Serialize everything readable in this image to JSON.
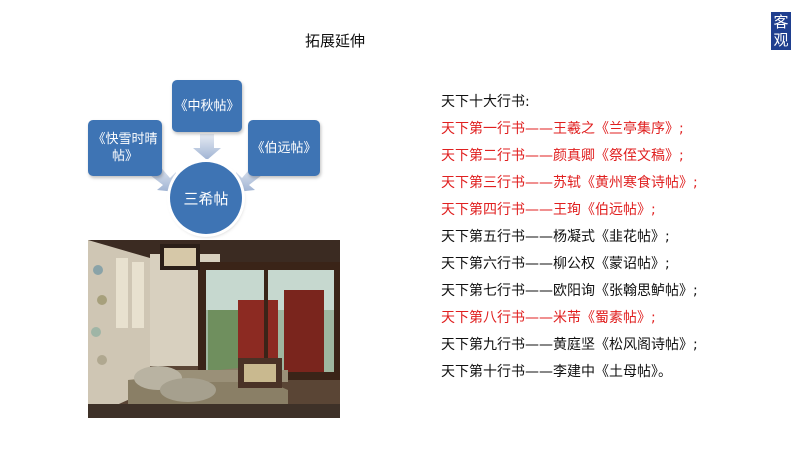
{
  "title": "拓展延伸",
  "corner_badge": [
    "客",
    "观"
  ],
  "diagram": {
    "top": "《中秋帖》",
    "left": "《快雪时晴帖》",
    "right": "《伯远帖》",
    "center": "三希帖"
  },
  "list": {
    "heading": "天下十大行书:",
    "items": [
      {
        "text": "天下第一行书——王羲之《兰亭集序》;",
        "highlight": true
      },
      {
        "text": "天下第二行书——颜真卿《祭侄文稿》;",
        "highlight": true
      },
      {
        "text": "天下第三行书——苏轼《黄州寒食诗帖》;",
        "highlight": true
      },
      {
        "text": "天下第四行书——王珣《伯远帖》;",
        "highlight": true
      },
      {
        "text": "天下第五行书——杨凝式《韭花帖》;",
        "highlight": false
      },
      {
        "text": "天下第六行书——柳公权《蒙诏帖》;",
        "highlight": false
      },
      {
        "text": "天下第七行书——欧阳询《张翰思鲈帖》;",
        "highlight": false
      },
      {
        "text": "天下第八行书——米芾《蜀素帖》;",
        "highlight": true
      },
      {
        "text": "天下第九行书——黄庭坚《松风阁诗帖》;",
        "highlight": false
      },
      {
        "text": "天下第十行书——李建中《土母帖》。",
        "highlight": false
      }
    ]
  },
  "colors": {
    "box": "#3e74b4",
    "highlight": "#e02020",
    "badge": "#1f3f8f"
  }
}
